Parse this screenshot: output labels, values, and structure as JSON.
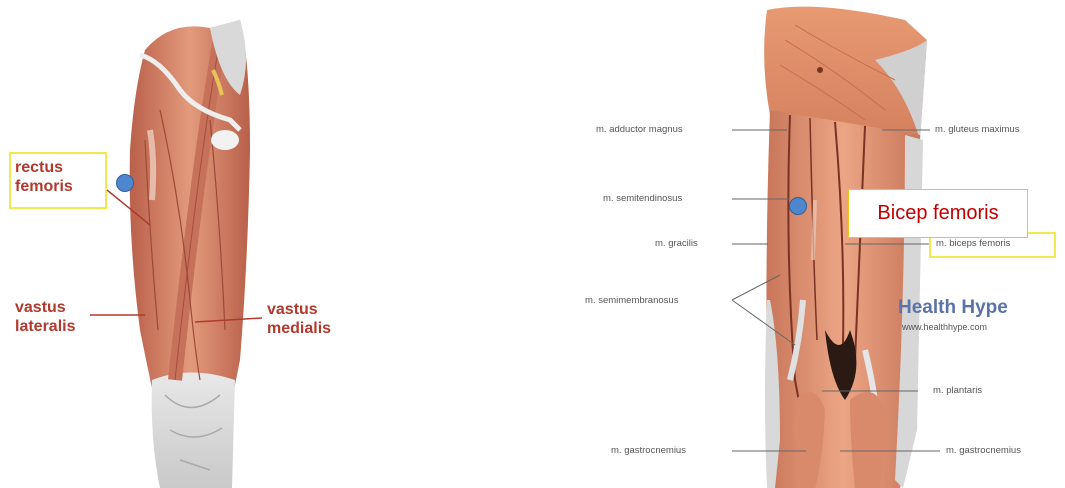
{
  "left_figure": {
    "labels": {
      "rectus_femoris_line1": "rectus",
      "rectus_femoris_line2": "femoris",
      "vastus_lateralis_line1": "vastus",
      "vastus_lateralis_line2": "lateralis",
      "vastus_medialis_line1": "vastus",
      "vastus_medialis_line2": "medialis"
    }
  },
  "right_figure": {
    "labels": {
      "adductor_magnus": "m. adductor magnus",
      "semitendinosus": "m. semitendinosus",
      "gracilis": "m. gracilis",
      "semimembranosus": "m. semimembranosus",
      "gastrocnemius_left": "m. gastrocnemius",
      "gluteus_maximus": "m. gluteus maximus",
      "biceps_femoris": "m. biceps femoris",
      "plantaris": "m. plantaris",
      "gastrocnemius_right": "m. gastrocnemius"
    },
    "callout": "Bicep femoris",
    "brand": "Health Hype",
    "brand_url": "www.healthhype.com"
  },
  "colors": {
    "label_red": "#b03a2e",
    "callout_text": "#c00000",
    "highlight_yellow": "#f2e94e",
    "marker_blue": "#4f87cf",
    "muscle": "#d9876a",
    "brand_blue": "#5b73a8"
  }
}
